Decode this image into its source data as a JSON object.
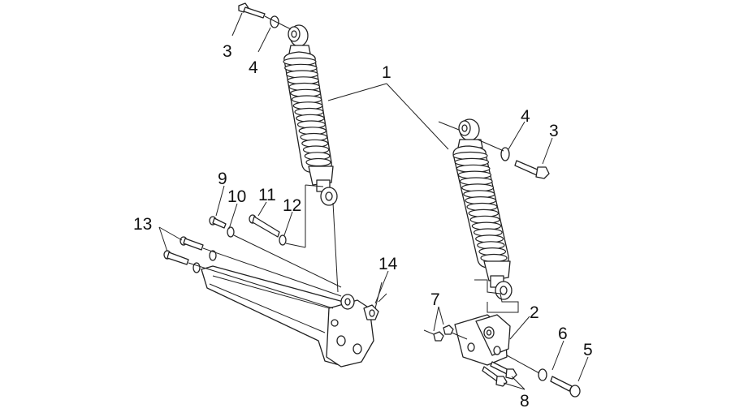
{
  "callouts": [
    {
      "id": "c1",
      "text": "1"
    },
    {
      "id": "c3a",
      "text": "3"
    },
    {
      "id": "c4a",
      "text": "4"
    },
    {
      "id": "c4b",
      "text": "4"
    },
    {
      "id": "c3b",
      "text": "3"
    },
    {
      "id": "c9",
      "text": "9"
    },
    {
      "id": "c10",
      "text": "10"
    },
    {
      "id": "c11",
      "text": "11"
    },
    {
      "id": "c12",
      "text": "12"
    },
    {
      "id": "c13",
      "text": "13"
    },
    {
      "id": "c14",
      "text": "14"
    },
    {
      "id": "c7",
      "text": "7"
    },
    {
      "id": "c2",
      "text": "2"
    },
    {
      "id": "c6",
      "text": "6"
    },
    {
      "id": "c5",
      "text": "5"
    },
    {
      "id": "c8",
      "text": "8"
    }
  ]
}
